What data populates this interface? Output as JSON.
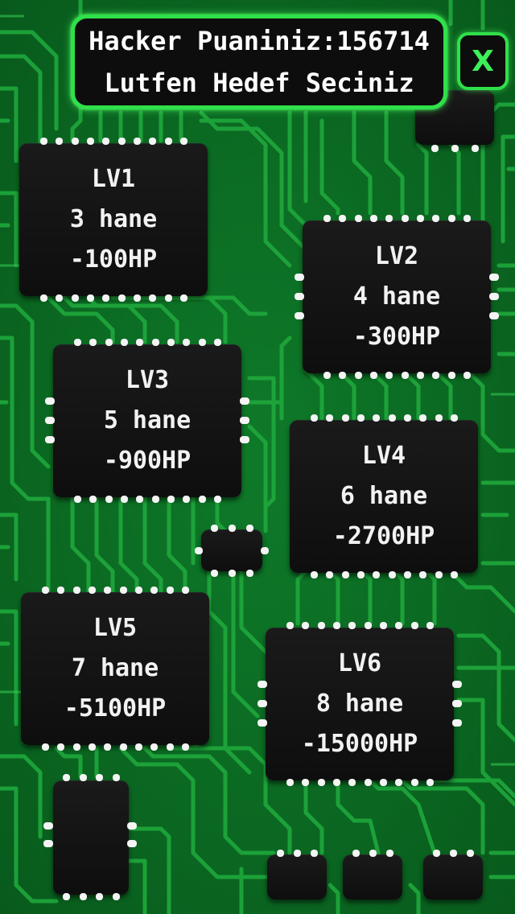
{
  "header": {
    "score_line": "Hacker Puaniniz:156714",
    "prompt_line": "Lutfen Hedef Seciniz"
  },
  "close_button": {
    "label": "X"
  },
  "levels": [
    {
      "level": "LV1",
      "digits": "3 hane",
      "cost": "-100HP"
    },
    {
      "level": "LV2",
      "digits": "4 hane",
      "cost": "-300HP"
    },
    {
      "level": "LV3",
      "digits": "5 hane",
      "cost": "-900HP"
    },
    {
      "level": "LV4",
      "digits": "6 hane",
      "cost": "-2700HP"
    },
    {
      "level": "LV5",
      "digits": "7 hane",
      "cost": "-5100HP"
    },
    {
      "level": "LV6",
      "digits": "8 hane",
      "cost": "-15000HP"
    }
  ],
  "colors": {
    "board": "#0b6d24",
    "trace": "#1fa83c",
    "trace_bright": "#39d156",
    "chip": "#111111",
    "pin": "#f4f4f4",
    "accent": "#2fe04a"
  }
}
